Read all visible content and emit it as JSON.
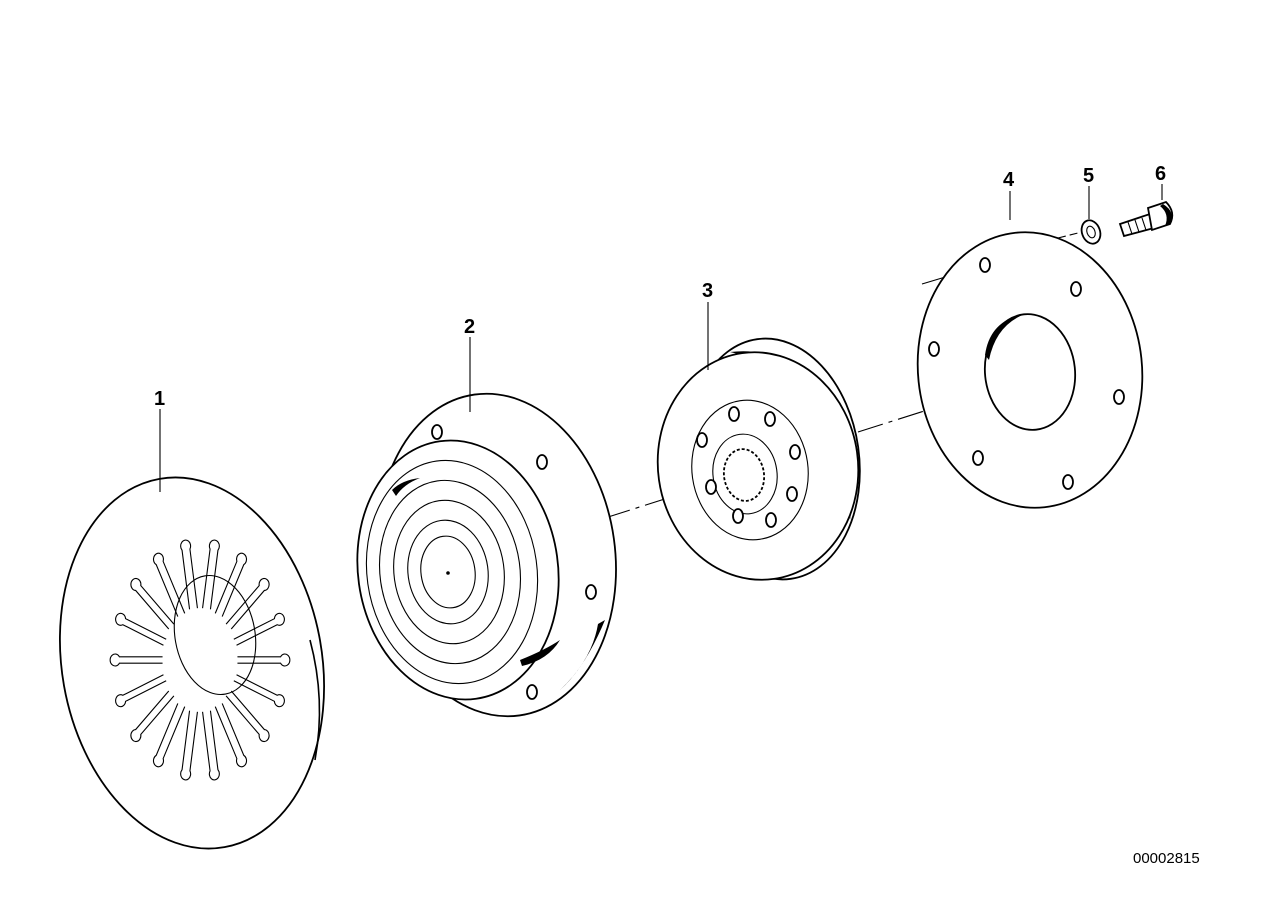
{
  "diagram": {
    "callouts": {
      "p1": "1",
      "p2": "2",
      "p3": "3",
      "p4": "4",
      "p5": "5",
      "p6": "6"
    },
    "document_number": "00002815"
  }
}
